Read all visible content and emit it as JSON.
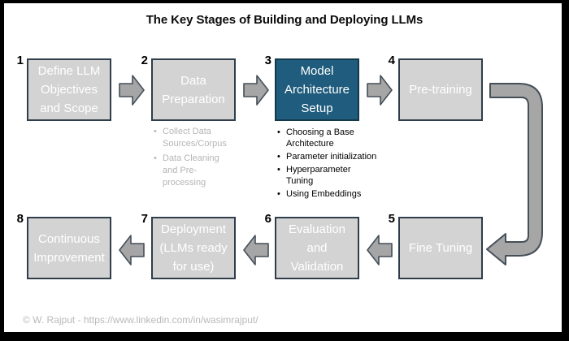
{
  "title": "The Key Stages of Building and Deploying LLMs",
  "footer": "© W. Rajput - https://www.linkedin.com/in/wasimrajput/",
  "colors": {
    "accent-teal": "#1f5c7d",
    "teal-border": "#14394a",
    "box-gray": "#d3d3d3",
    "box-border": "#2f3e4a",
    "arrow-fill": "#a6a6a6",
    "arrow-border": "#454f58",
    "muted-text": "#b5b5b5",
    "frame-black": "#000000"
  },
  "stages": [
    {
      "num": "1",
      "label": "Define LLM\nObjectives\nand Scope"
    },
    {
      "num": "2",
      "label": "Data\nPreparation"
    },
    {
      "num": "3",
      "label": "Model\nArchitecture\nSetup"
    },
    {
      "num": "4",
      "label": "Pre-training"
    },
    {
      "num": "5",
      "label": "Fine Tuning"
    },
    {
      "num": "6",
      "label": "Evaluation\nand\nValidation"
    },
    {
      "num": "7",
      "label": "Deployment\n(LLMs ready\nfor use)"
    },
    {
      "num": "8",
      "label": "Continuous\nImprovement"
    }
  ],
  "bullets": {
    "data_preparation": [
      "Collect Data Sources/Corpus",
      "Data Cleaning and Pre-processing"
    ],
    "model_architecture": [
      "Choosing a Base Architecture",
      "Parameter initialization",
      "Hyperparameter Tuning",
      "Using Embeddings"
    ]
  }
}
